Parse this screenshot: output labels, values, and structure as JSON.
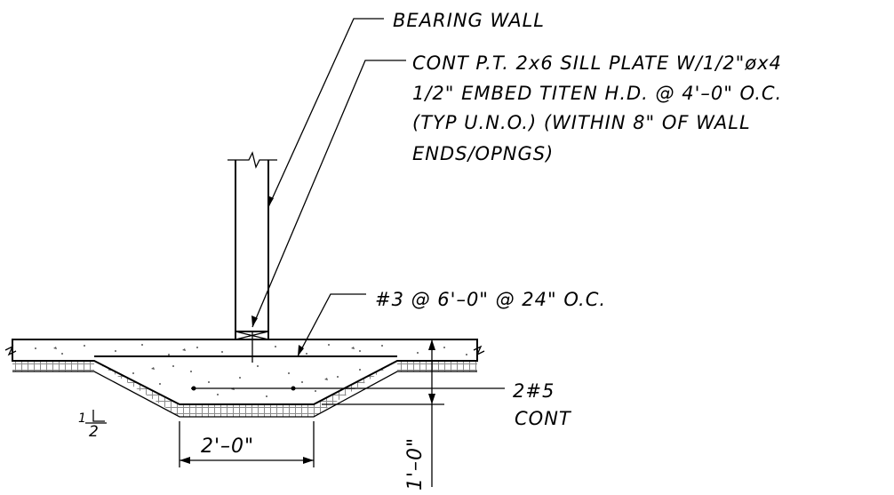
{
  "labels": {
    "bearing_wall": "BEARING WALL",
    "sill_line1": "CONT P.T. 2x6 SILL PLATE W/1/2\"øx4",
    "sill_line2": "1/2\" EMBED TITEN H.D. @ 4'–0\" O.C.",
    "sill_line3": "(TYP U.N.O.) (WITHIN 8\" OF WALL",
    "sill_line4": "ENDS/OPNGS)",
    "rebar_slab": "#3 @ 6'–0\" @ 24\" O.C.",
    "rebar_footing_line1": "2#5",
    "rebar_footing_line2": "CONT",
    "slope_rise": "1",
    "slope_run": "2",
    "dim_width": "2'–0\"",
    "dim_depth": "1'–0\""
  }
}
